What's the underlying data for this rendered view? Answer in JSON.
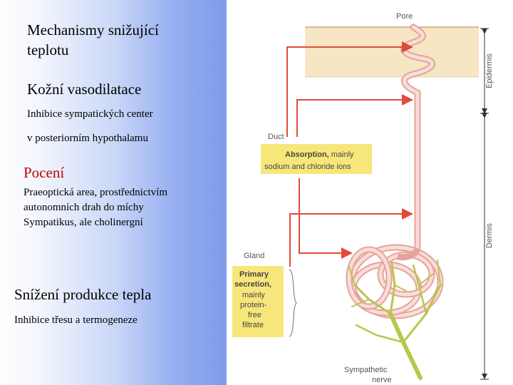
{
  "slide": {
    "heading_1": "Mechanismy snižující",
    "heading_2": "teplotu",
    "vasodilation_title": "Kožní vasodilatace",
    "vasodilation_line_1": "Inhibice sympatických center",
    "vasodilation_line_2": "v posteriorním hypothalamu",
    "sweating_title": "Pocení",
    "sweating_line_1": "Praeoptická area, prostřednictvím",
    "sweating_line_2": "autonomních drah do míchy",
    "sweating_line_3": "Sympatikus, ale cholinergní",
    "heat_title": "Snížení produkce tepla",
    "heat_line_1": "Inhibice třesu a termogeneze"
  },
  "figure": {
    "pore": "Pore",
    "epidermis": "Epidermis",
    "dermis": "Dermis",
    "duct": "Duct",
    "gland": "Gland",
    "absorption_bold": "Absorption,",
    "absorption_rest": " mainly",
    "absorption_line_2": "sodium and chloride ions",
    "primary_1": "Primary",
    "primary_2": "secretion,",
    "primary_3": "mainly",
    "primary_4": "protein-",
    "primary_5": "free",
    "primary_6": "filtrate",
    "nerve_1": "Sympathetic",
    "nerve_2": "nerve"
  },
  "colors": {
    "accent_red": "#c0000f",
    "arrow_red": "#e04a3a",
    "box_yellow": "#f7e77a",
    "skin": "#f6e6c4",
    "gland_pink": "#f3c6c0",
    "nerve_yellow": "#c9d65a"
  }
}
